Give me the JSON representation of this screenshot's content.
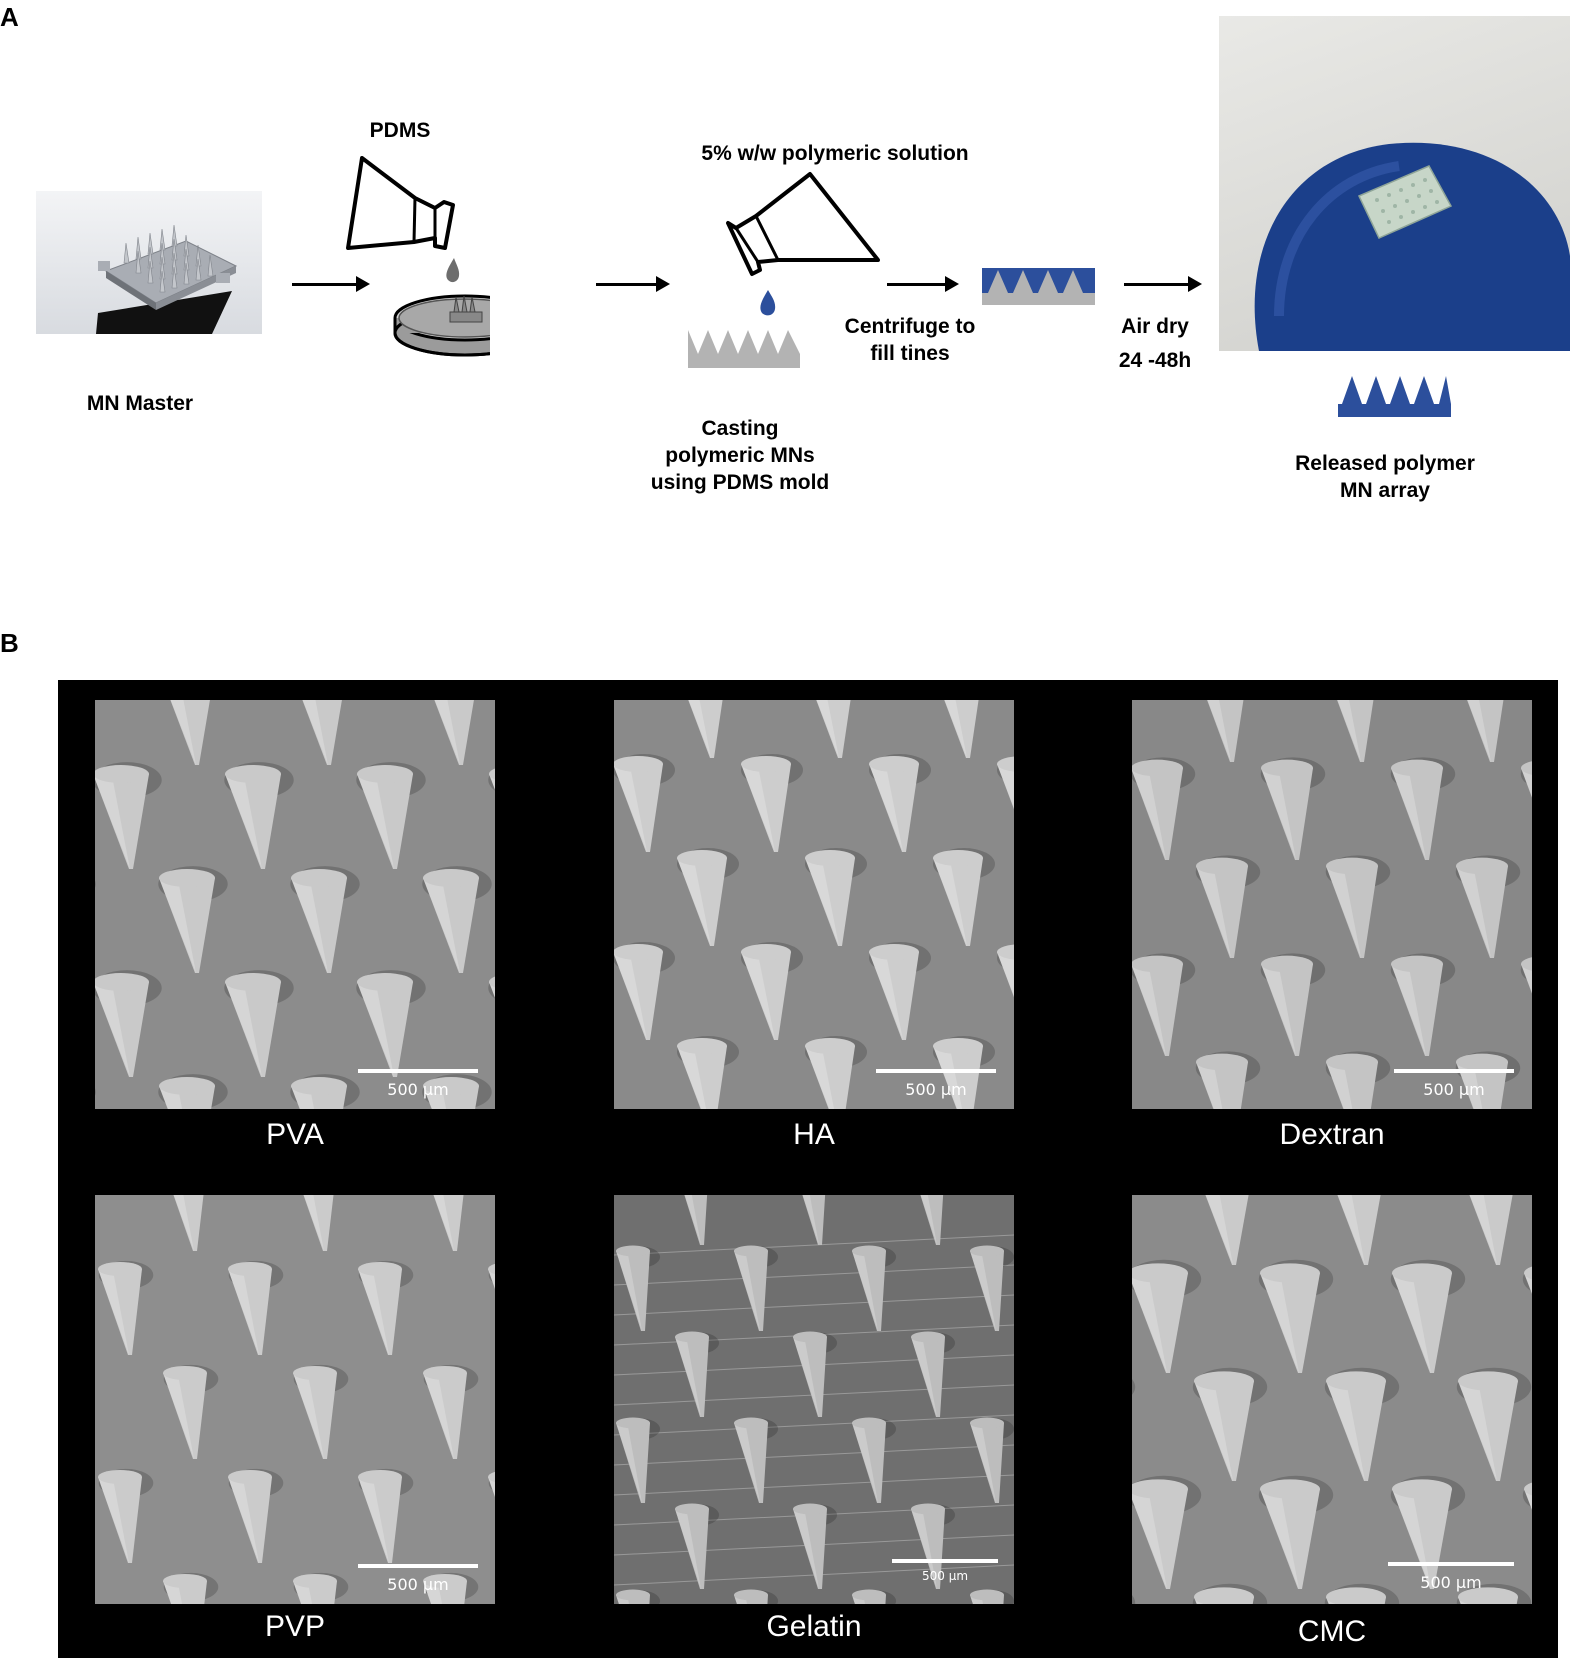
{
  "panel_a": {
    "letter": "A",
    "steps": {
      "master": "MN Master",
      "pdms": "PDMS",
      "solution": "5% w/w polymeric solution",
      "centrifuge_1": "Centrifuge to",
      "centrifuge_2": "fill tines",
      "casting_1": "Casting",
      "casting_2": "polymeric MNs",
      "casting_3": "using PDMS mold",
      "airdry_1": "Air dry",
      "airdry_2": "24 -48h",
      "released_1": "Released polymer",
      "released_2": "MN array"
    },
    "colors": {
      "polymer_blue": "#2c4f9c",
      "mold_grey": "#b3b3b3",
      "glove_blue": "#1b3f8a"
    }
  },
  "panel_b": {
    "letter": "B",
    "images": [
      {
        "name": "PVA",
        "scale": "500 µm"
      },
      {
        "name": "HA",
        "scale": "500 µm"
      },
      {
        "name": "Dextran",
        "scale": "500 µm"
      },
      {
        "name": "PVP",
        "scale": "500 µm"
      },
      {
        "name": "Gelatin",
        "scale": "500 µm"
      },
      {
        "name": "CMC",
        "scale": "500 µm"
      }
    ]
  }
}
